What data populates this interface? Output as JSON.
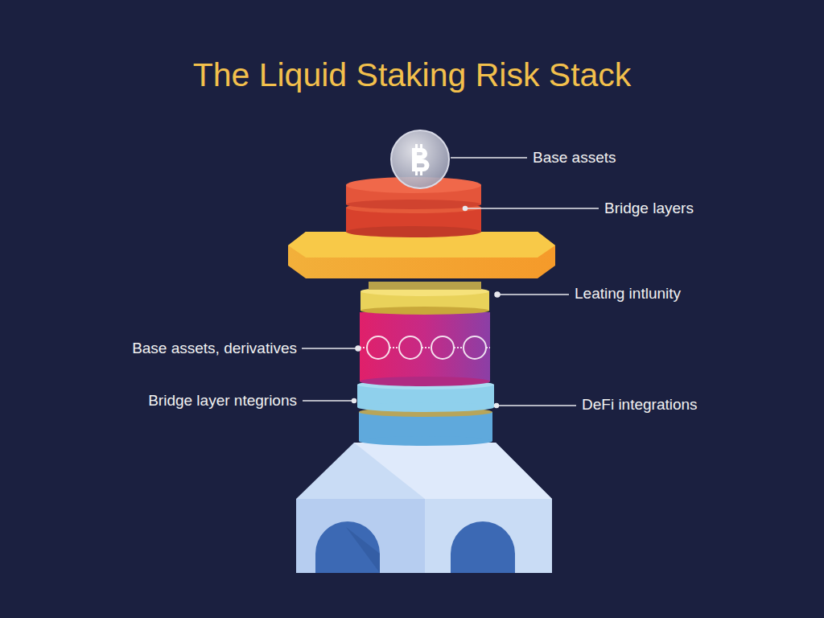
{
  "diagram": {
    "title": "The Liquid Staking Risk Stack",
    "labels": [
      "Base assets",
      "Bridge layers",
      "Leating intlunity",
      "Base assets, derivatives",
      "Bridge layer ntegrions",
      "DeFi integrations"
    ]
  }
}
